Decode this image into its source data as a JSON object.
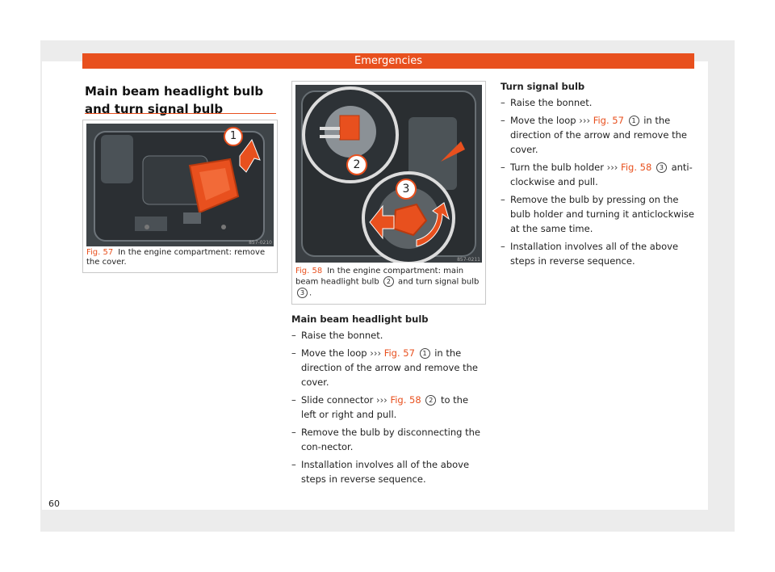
{
  "header": {
    "section": "Emergencies"
  },
  "title": "Main beam headlight bulb and turn signal bulb",
  "fig57": {
    "code": "857-0210",
    "badge": "1",
    "label": "Fig. 57",
    "caption": "In the engine compartment: remove the cover."
  },
  "fig58": {
    "code": "857-0211",
    "badge2": "2",
    "badge3": "3",
    "label": "Fig. 58",
    "caption_a": "In the engine compartment: main beam headlight bulb",
    "cap_num1": "2",
    "caption_b": "and turn signal bulb",
    "cap_num2": "3",
    "caption_c": "."
  },
  "main_beam": {
    "heading": "Main beam headlight bulb",
    "steps": [
      {
        "text": "Raise the bonnet."
      },
      {
        "pre": "Move the loop",
        "arrows": "›››",
        "ref": "Fig. 57",
        "num": "1",
        "post": "in the direction of the arrow and remove the cover."
      },
      {
        "pre": "Slide connector",
        "arrows": "›››",
        "ref": "Fig. 58",
        "num": "2",
        "post": "to the left or right and pull."
      },
      {
        "text": "Remove the bulb by disconnecting the con-nector."
      },
      {
        "text": "Installation involves all of the above steps in reverse sequence."
      }
    ]
  },
  "turn_signal": {
    "heading": "Turn signal bulb",
    "steps": [
      {
        "text": "Raise the bonnet."
      },
      {
        "pre": "Move the loop",
        "arrows": "›››",
        "ref": "Fig. 57",
        "num": "1",
        "post": "in the direction of the arrow and remove the cover."
      },
      {
        "pre": "Turn the bulb holder",
        "arrows": "›››",
        "ref": "Fig. 58",
        "num": "3",
        "post": "anti-clockwise and pull."
      },
      {
        "text": "Remove the bulb by pressing on the bulb holder and turning it anticlockwise at the same time."
      },
      {
        "text": "Installation involves all of the above steps in reverse sequence."
      }
    ]
  },
  "dash": "–",
  "page_number": "60",
  "colors": {
    "accent": "#e8501e",
    "page_bg": "#ececec"
  }
}
